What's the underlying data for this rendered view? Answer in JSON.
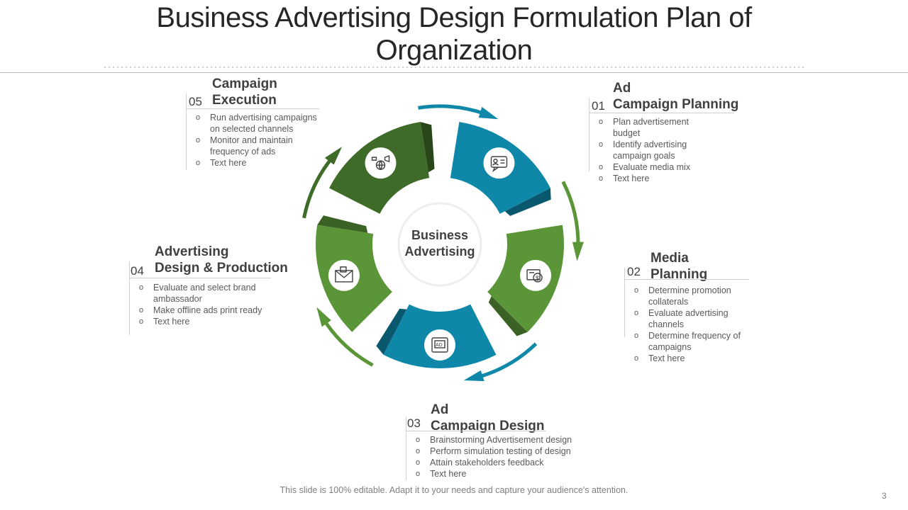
{
  "slide": {
    "title": "Business Advertising Design Formulation Plan of Organization",
    "center_label": "Business Advertising",
    "footer": "This slide is 100% editable. Adapt it to your needs and capture your audience's attention.",
    "page_number": "3"
  },
  "colors": {
    "dark_green": "#3e6b27",
    "green": "#5a9637",
    "teal": "#0f87a8",
    "center_fill": "#eeeeee"
  },
  "segments": [
    {
      "id": "01",
      "icon": "profile-chat-icon",
      "color": "teal"
    },
    {
      "id": "02",
      "icon": "money-document-icon",
      "color": "green"
    },
    {
      "id": "03",
      "icon": "ad-screen-icon",
      "color": "teal"
    },
    {
      "id": "04",
      "icon": "mail-envelope-icon",
      "color": "green"
    },
    {
      "id": "05",
      "icon": "megaphone-globe-icon",
      "color": "dark_green"
    }
  ],
  "blocks": {
    "b01": {
      "number": "01",
      "heading_line1": "Ad",
      "heading_line2": "Campaign Planning",
      "items": [
        "Plan advertisement budget",
        "Identify advertising campaign goals",
        "Evaluate media mix",
        "Text here"
      ]
    },
    "b02": {
      "number": "02",
      "heading_line1": "Media",
      "heading_line2": "Planning",
      "items": [
        "Determine promotion collaterals",
        "Evaluate advertising channels",
        "Determine frequency of campaigns",
        "Text here"
      ]
    },
    "b03": {
      "number": "03",
      "heading_line1": "Ad",
      "heading_line2": "Campaign Design",
      "items": [
        "Brainstorming Advertisement design",
        "Perform simulation testing of design",
        "Attain stakeholders feedback",
        "Text here"
      ]
    },
    "b04": {
      "number": "04",
      "heading_line1": "Advertising",
      "heading_line2": "Design & Production",
      "items": [
        "Evaluate and select brand ambassador",
        "Make offline ads print ready",
        "Text here"
      ]
    },
    "b05": {
      "number": "05",
      "heading_line1": "Campaign",
      "heading_line2": "Execution",
      "items": [
        "Run advertising campaigns on selected channels",
        "Monitor and maintain frequency of ads",
        "Text here"
      ]
    }
  }
}
